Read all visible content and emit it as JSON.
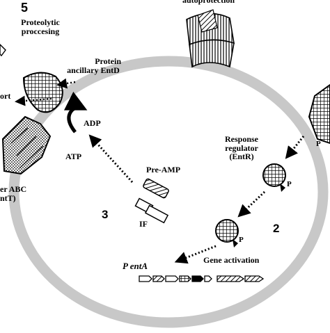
{
  "diagram": {
    "step_numbers": {
      "step5": "5",
      "step3": "3",
      "step2": "2"
    },
    "labels": {
      "autoprotection": "autoprotection",
      "proteolytic_line1": "Proteolytic",
      "proteolytic_line2": "proccesing",
      "ancillary_line1": "Protein",
      "ancillary_line2": "ancillary EntD",
      "export": "ort",
      "adp": "ADP",
      "atp": "ATP",
      "pre_amp": "Pre-AMP",
      "if": "IF",
      "response_line1": "Response",
      "response_line2": "regulator",
      "response_line3": "(EntR)",
      "p_receptor": "P",
      "p_entr1": "P",
      "p_entr2": "P",
      "abc_line1": "er ABC",
      "abc_line2": "ntT)",
      "gene_activation": "Gene activation",
      "promoter": "P entA"
    },
    "colors": {
      "membrane": "#c8c8c8",
      "ink": "#000000",
      "background": "#ffffff"
    }
  }
}
